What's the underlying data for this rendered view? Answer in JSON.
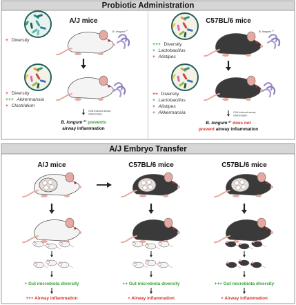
{
  "colors": {
    "plus_gain": "#3a9a3a",
    "plus_loss": "#d9302b",
    "header_fill": "#d6d6d6",
    "mouse_white": "#f4f4f4",
    "mouse_black": "#3a3a3a",
    "mouse_pink": "#e6a9a2",
    "bacteria_purple": "#9b8bc8"
  },
  "top": {
    "title": "Probiotic Administration",
    "aj": {
      "name": "A/J mice",
      "bacteria_label_a": "B. longum",
      "bacteria_label_b": "5ᴬ",
      "before": [
        {
          "sym": "+",
          "text": "Diversity",
          "italic": false,
          "color": "#d9302b"
        }
      ],
      "after": [
        {
          "sym": "+",
          "text": "Diversity",
          "italic": false,
          "color": "#d9302b"
        },
        {
          "sym": "+++",
          "text": "Akkermansia",
          "italic": true,
          "color": "#3a9a3a"
        },
        {
          "sym": "+",
          "text": "Clostridium",
          "italic": true,
          "color": "#d9302b"
        }
      ],
      "ova_a": "OVA-induced airway",
      "ova_b": "inflammation",
      "conclusion_a1": "B. longum",
      "conclusion_a2": "5ᴬ",
      "conclusion_a3": "prevents",
      "conclusion_b": "airway inflammation"
    },
    "c57": {
      "name": "C57BL/6 mice",
      "bacteria_label_a": "B. longum",
      "bacteria_label_b": "5ᴬ",
      "before": [
        {
          "sym": "+++",
          "text": "Diversity",
          "italic": false,
          "color": "#3a9a3a"
        },
        {
          "sym": "+",
          "text": "Lactobacillus",
          "italic": true,
          "color": "#3a9a3a"
        },
        {
          "sym": "+",
          "text": "Alistipes",
          "italic": true,
          "color": "#d9302b"
        }
      ],
      "after": [
        {
          "sym": "++",
          "text": "Diversity",
          "italic": false,
          "color": "#d9302b"
        },
        {
          "sym": "+",
          "text": "Lactobacillus",
          "italic": true,
          "color": "#3a9a3a"
        },
        {
          "sym": "+",
          "text": "Alistipes",
          "italic": true,
          "color": "#d9302b"
        },
        {
          "sym": "+",
          "text": "Akkermansia",
          "italic": true,
          "color": "#3a9a3a"
        }
      ],
      "ova_a": "OVA-induced airway",
      "ova_b": "inflammation",
      "conclusion_a1": "B. longum",
      "conclusion_a2": "5ᴬ",
      "conclusion_a3": "does not",
      "conclusion_b1": "prevent",
      "conclusion_b2": "airway inflammation"
    }
  },
  "bottom": {
    "title": "A/J Embryo Transfer",
    "columns": [
      {
        "name": "A/J mice",
        "result_a": "+ Gut microbiota diversity",
        "result_b": "+++ Airway inflammation"
      },
      {
        "name": "C57BL/6 mice",
        "result_a": "++ Gut microbiota diversity",
        "result_b": "+ Airway inflammation"
      },
      {
        "name": "C57BL/6 mice",
        "result_a": "+++ Gut microbiota diversity",
        "result_b": "+ Airway inflammation"
      }
    ]
  }
}
